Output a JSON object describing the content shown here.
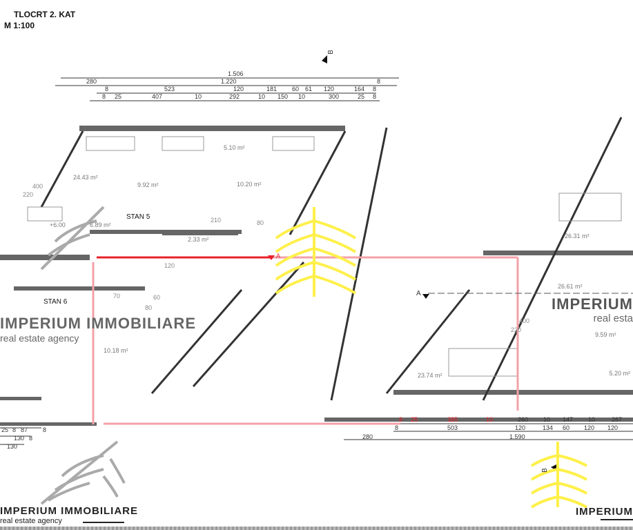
{
  "header": {
    "title": "TLOCRT 2. KAT",
    "scale": "M 1:100"
  },
  "section_markers": {
    "b_top": "B",
    "b_bottom": "B",
    "a_left": "A",
    "a_right": "A"
  },
  "dims_top": {
    "row1": [
      "1.506"
    ],
    "row2": [
      "280",
      "1.220",
      "8"
    ],
    "row3": [
      "8",
      "523",
      "120",
      "181",
      "60",
      "61",
      "120",
      "164",
      "8"
    ],
    "row4": [
      "8",
      "25",
      "407",
      "10",
      "292",
      "10",
      "150",
      "10",
      "300",
      "25",
      "8"
    ]
  },
  "dims_bottom": {
    "row1": [
      "8",
      "25",
      "385",
      "10",
      "260",
      "10",
      "147",
      "10",
      "287"
    ],
    "row2": [
      "8",
      "503",
      "120",
      "134",
      "60",
      "120",
      "120"
    ],
    "row3": [
      "280",
      "1.590"
    ],
    "left_row1": [
      "25",
      "8",
      "87",
      "8"
    ],
    "left_row2": [
      "130",
      "8"
    ],
    "left_row3": [
      "130"
    ]
  },
  "rooms": {
    "stan5": "STAN 5",
    "stan6": "STAN 6",
    "areas": [
      "24.43 m²",
      "9.92 m²",
      "5.10 m²",
      "10.20 m²",
      "6.89 m²",
      "2.33 m²",
      "10.18 m²",
      "26.31 m²",
      "26.61 m²",
      "9.59 m²",
      "23.74 m²",
      "5.20 m²"
    ],
    "elevation": "+6.00",
    "inner_dims": [
      "400",
      "220",
      "210",
      "80",
      "60",
      "70",
      "80",
      "400",
      "220",
      "120"
    ]
  },
  "watermark": {
    "brand": "IMPERIUM IMMOBILIARE",
    "brand_short": "IMPERIUM",
    "tagline": "real estate agency",
    "tagline_short": "real esta"
  },
  "colors": {
    "section_line": "#e8202a",
    "wall": "#666666",
    "logo_yellow": "#fff04a",
    "logo_gray": "#999999"
  }
}
